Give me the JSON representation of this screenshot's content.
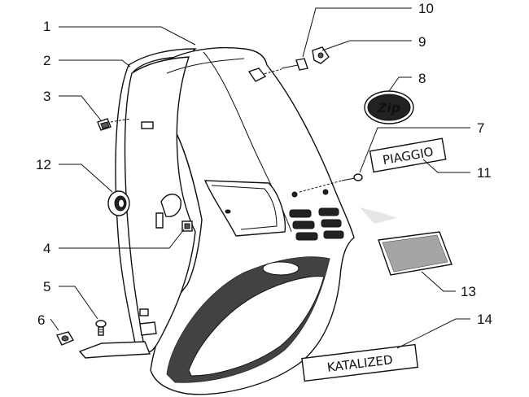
{
  "callouts": [
    "1",
    "2",
    "3",
    "4",
    "5",
    "6",
    "7",
    "8",
    "9",
    "10",
    "11",
    "12",
    "13",
    "14"
  ],
  "decals": {
    "piaggio": "PIAGGIO",
    "katalized": "KATALIZED",
    "logo": "Zip"
  }
}
